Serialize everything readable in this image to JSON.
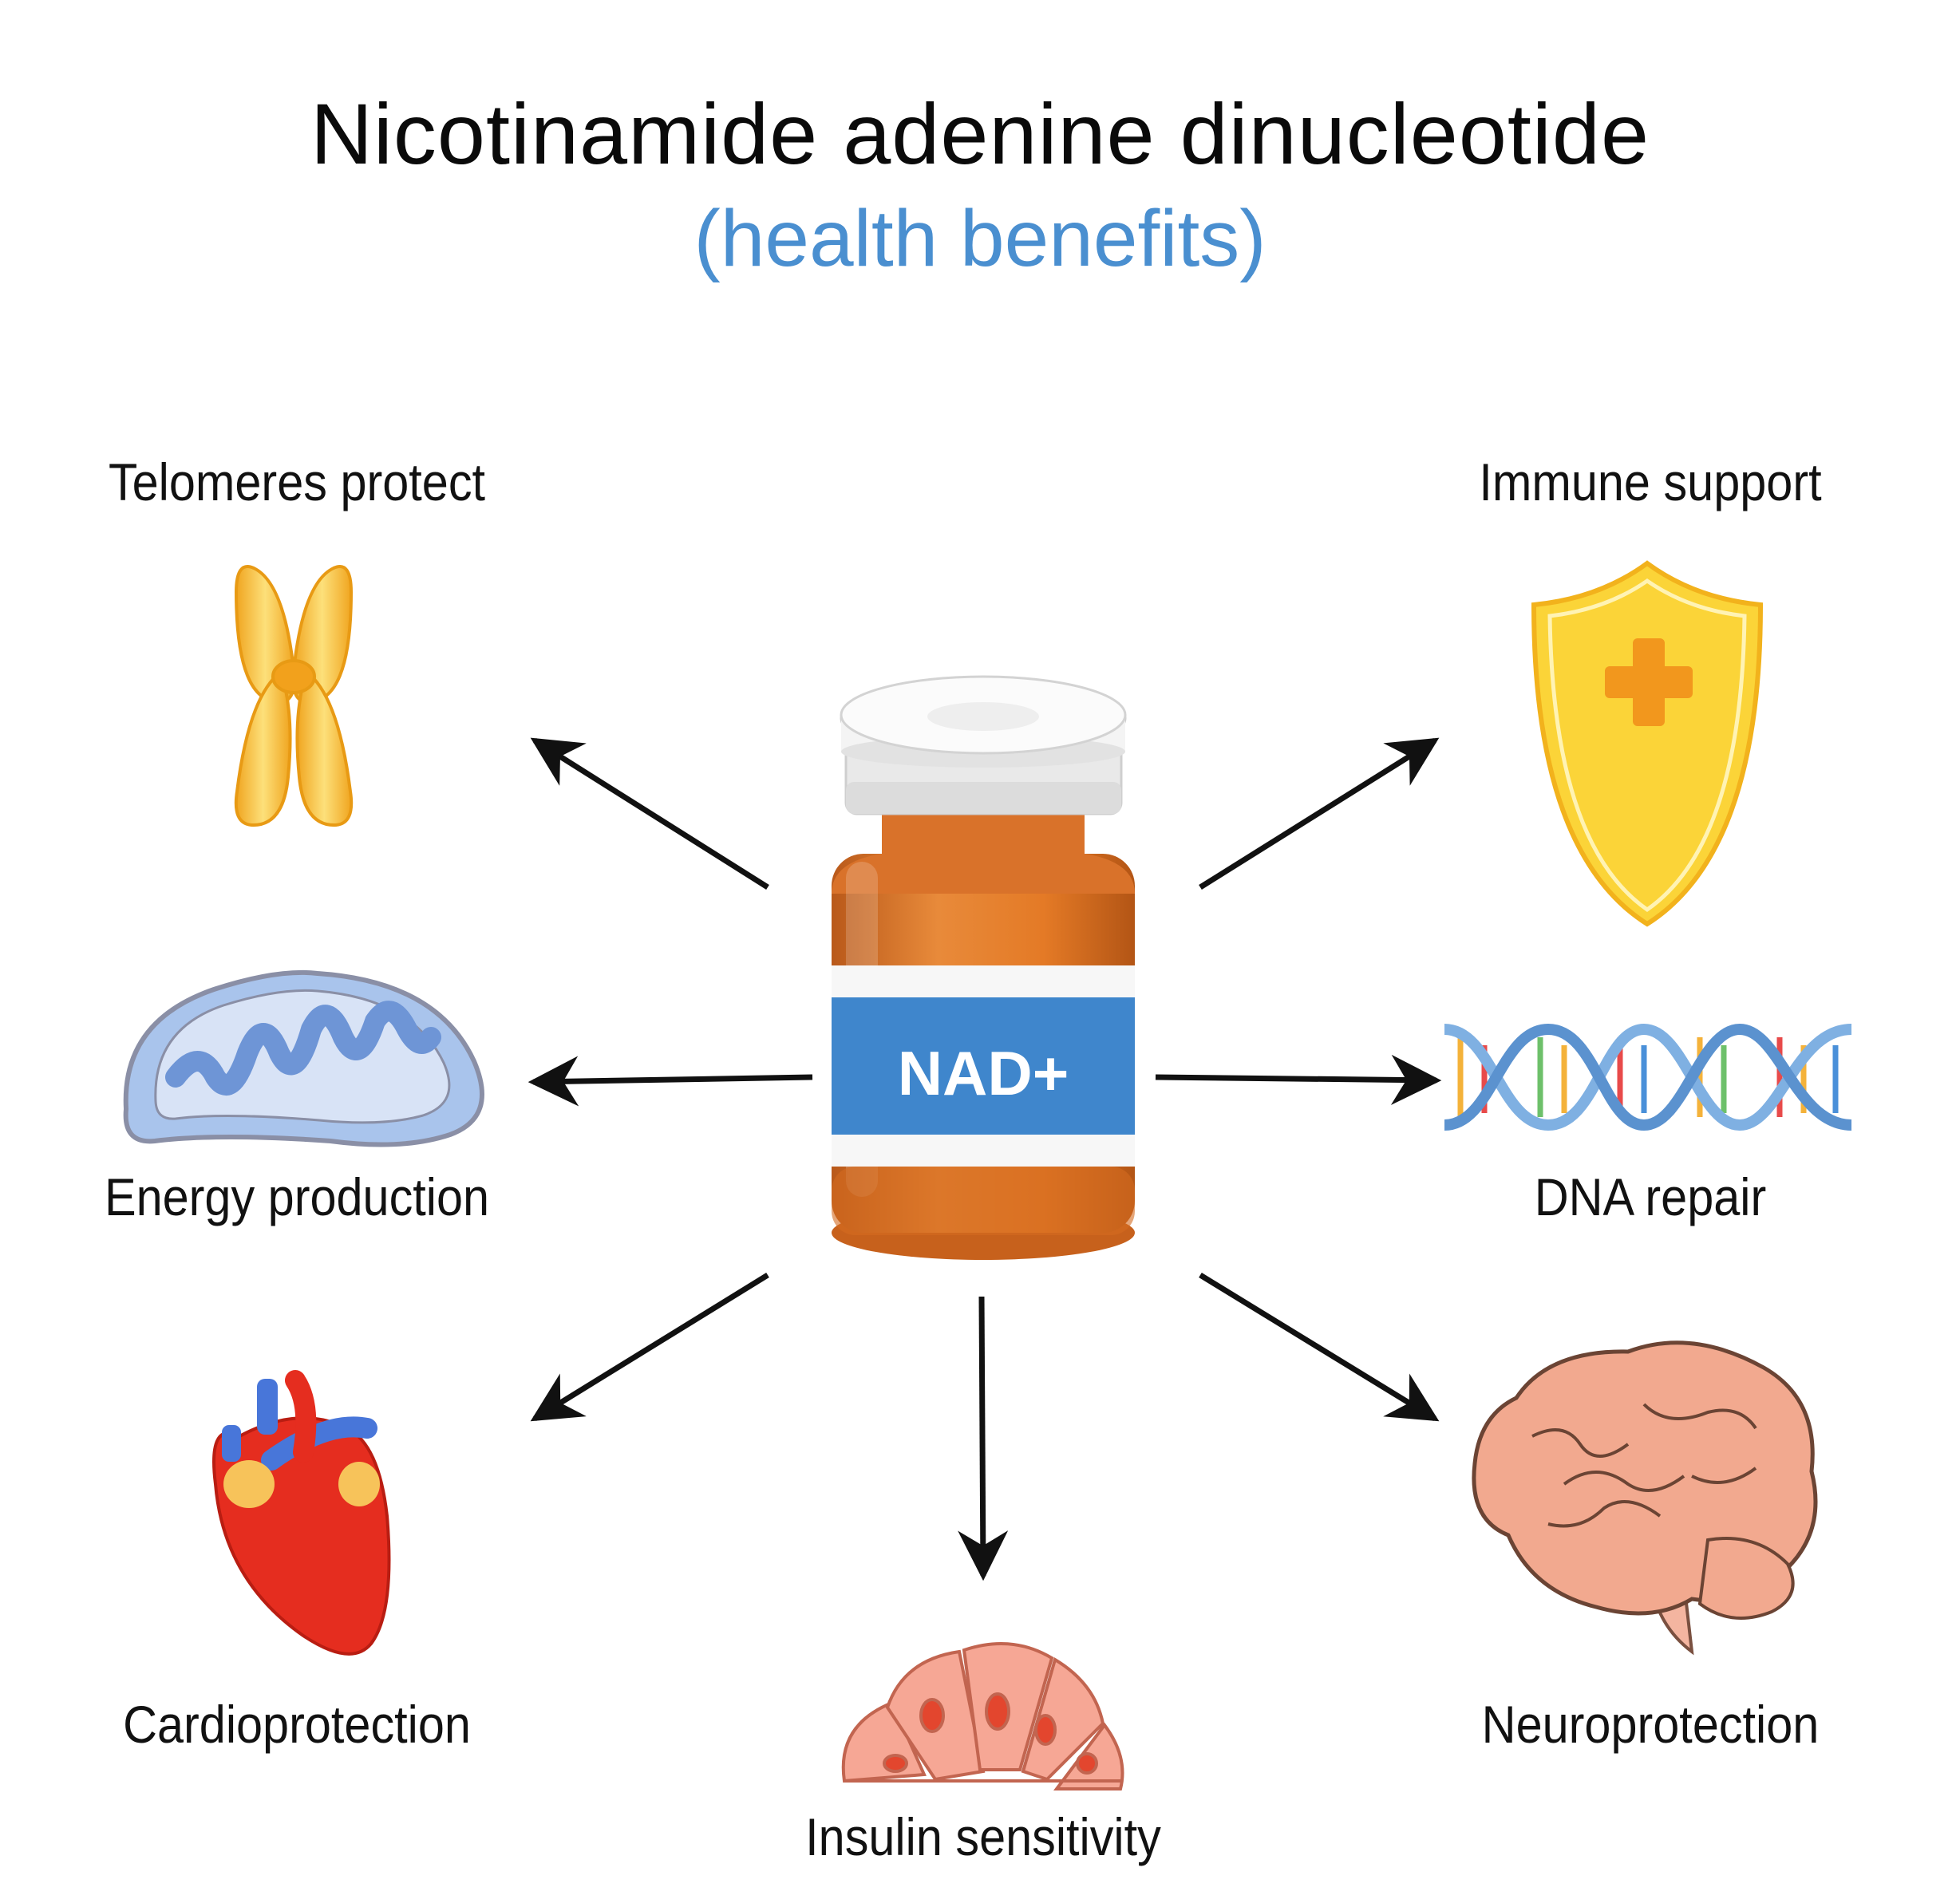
{
  "title": "Nicotinamide adenine dinucleotide",
  "subtitle": "(health benefits)",
  "center": {
    "label": "NAD+"
  },
  "benefits": [
    {
      "label": "Telomeres protect",
      "icon": "chromosome-icon"
    },
    {
      "label": "Immune support",
      "icon": "shield-icon"
    },
    {
      "label": "Energy production",
      "icon": "mitochondrion-icon"
    },
    {
      "label": "DNA repair",
      "icon": "dna-icon"
    },
    {
      "label": "Cardioprotection",
      "icon": "heart-icon"
    },
    {
      "label": "Insulin sensitivity",
      "icon": "pancreatic-cells-icon"
    },
    {
      "label": "Neuroprotection",
      "icon": "brain-icon"
    }
  ],
  "colors": {
    "subtitle": "#4a8fd0",
    "vial_liquid": "#e0782a",
    "vial_label": "#3f86cc",
    "arrow": "#111111"
  }
}
